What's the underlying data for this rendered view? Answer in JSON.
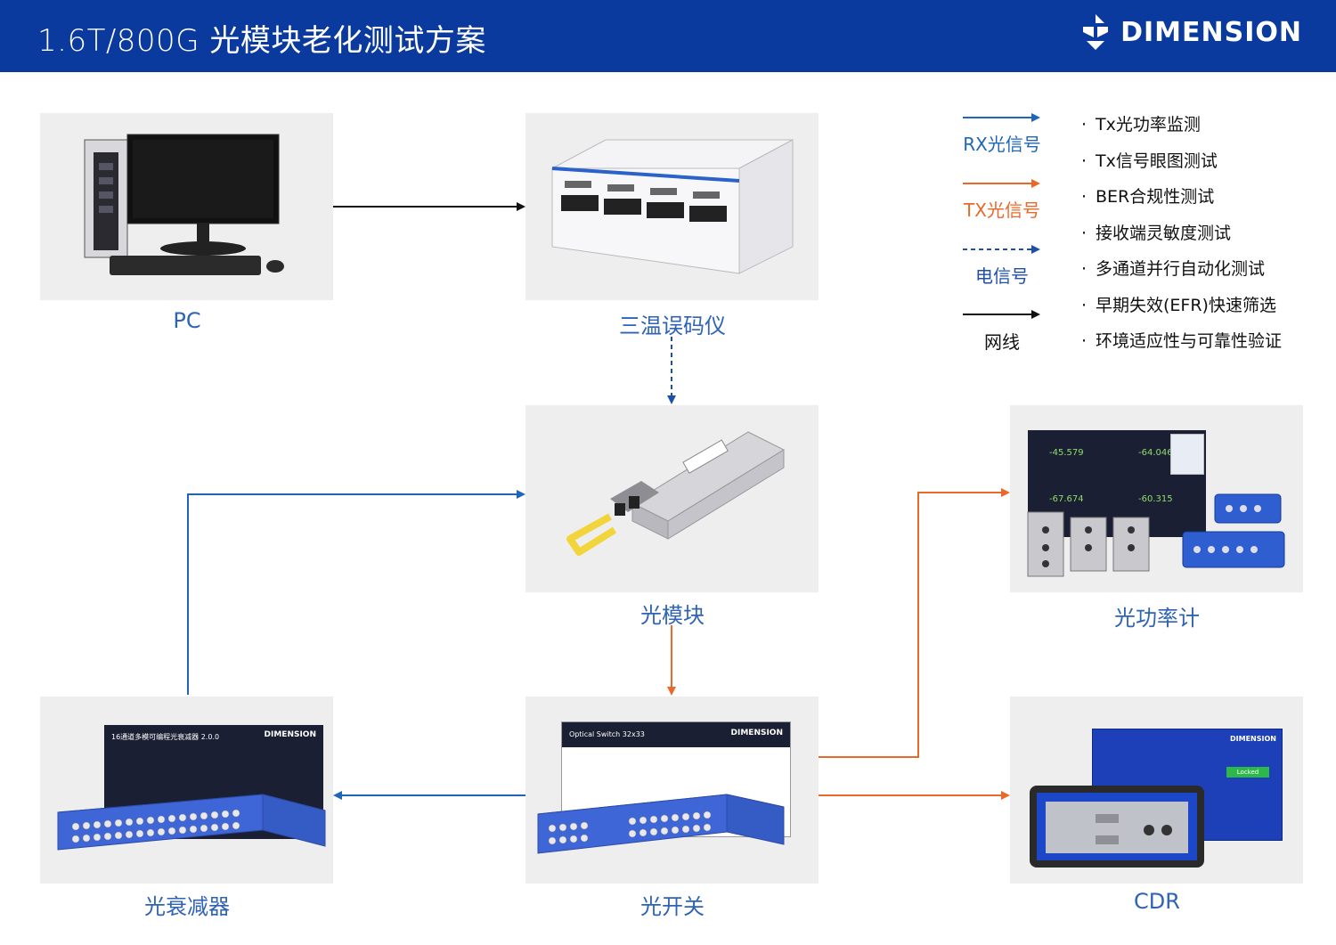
{
  "header": {
    "title": "1.6T/800G 光模块老化测试方案",
    "brand": "DIMENSION"
  },
  "nodes": {
    "pc": "PC",
    "bert": "三温误码仪",
    "module": "光模块",
    "power_meter": "光功率计",
    "attenuator": "光衰减器",
    "switch": "光开关",
    "cdr": "CDR"
  },
  "legend": [
    {
      "label": "RX光信号",
      "color": "#1f66b8",
      "style": "solid"
    },
    {
      "label": "TX光信号",
      "color": "#e8692a",
      "style": "solid"
    },
    {
      "label": "电信号",
      "color": "#1f4fa8",
      "style": "dashed"
    },
    {
      "label": "网线",
      "color": "#111111",
      "style": "solid"
    }
  ],
  "features": [
    "Tx光功率监测",
    "Tx信号眼图测试",
    "BER合规性测试",
    "接收端灵敏度测试",
    "多通道并行自动化测试",
    "早期失效(EFR)快速筛选",
    "环境适应性与可靠性验证"
  ],
  "screens": {
    "attenuator_title": "16通道多模可编程光衰减器 2.0.0",
    "switch_title": "Optical Switch 32x33",
    "power_readings": [
      "-45.579",
      "-64.046",
      "-67.674",
      "-60.315"
    ],
    "cdr_status": "Locked"
  },
  "colors": {
    "rx": "#1f66b8",
    "tx": "#e8692a",
    "electrical": "#1f4fa8",
    "ethernet": "#111111",
    "header": "#0a3a9e"
  }
}
